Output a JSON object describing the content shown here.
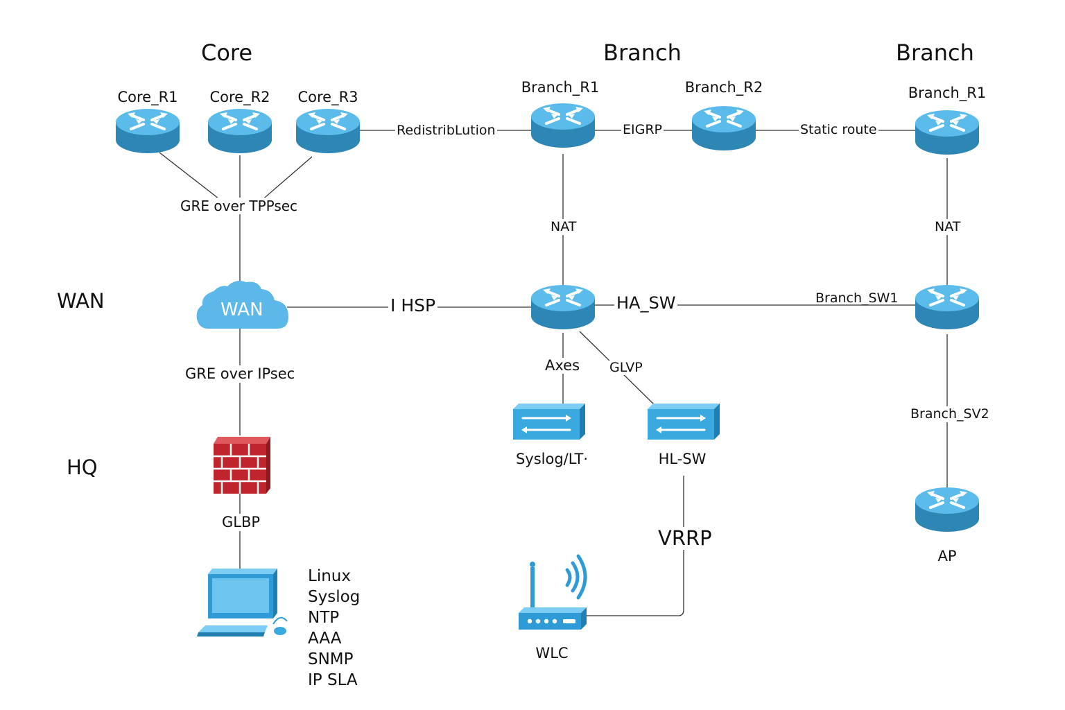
{
  "columns": {
    "core": "Core",
    "branch_1": "Branch",
    "branch_2": "Branch"
  },
  "rows": {
    "wan": "WAN",
    "hq": "HQ"
  },
  "nodes": {
    "core_r1": "Core_R1",
    "core_r2": "Core_R2",
    "core_r3": "Core_R3",
    "branch_r1_left": "Branch_R1",
    "branch_r2": "Branch_R2",
    "branch_r1_right": "Branch_R1",
    "wan_cloud": "WAN",
    "syslog_switch": "Syslog/LT·",
    "hl_sw": "HL-SW",
    "wlc": "WLC",
    "ap": "AP"
  },
  "links": {
    "redistribution": "RedistribLution",
    "eigrp": "EIGRP",
    "static_route": "Static route",
    "gre_core": "GRE over TPPsec",
    "gre_hq": "GRE over IPsec",
    "glbp": "GLBP",
    "nat_left": "NAT",
    "nat_right": "NAT",
    "hsrp": "I HSP",
    "ha_sw": "HA_SW",
    "branch_sw1": "Branch_SW1",
    "axes": "Axes",
    "glvp": "GLVP",
    "vrrp": "VRRP",
    "branch_sv2": "Branch_SV2"
  },
  "services": [
    "Linux",
    "Syslog",
    "NTP",
    "AAA",
    "SNMP",
    "IP SLA"
  ],
  "colors": {
    "router_top": "#5bbcec",
    "router_side": "#2e86b5",
    "switch_face": "#3aa9e0",
    "firewall": "#c0242c",
    "cloud": "#5bb8e8",
    "line": "#333333"
  }
}
